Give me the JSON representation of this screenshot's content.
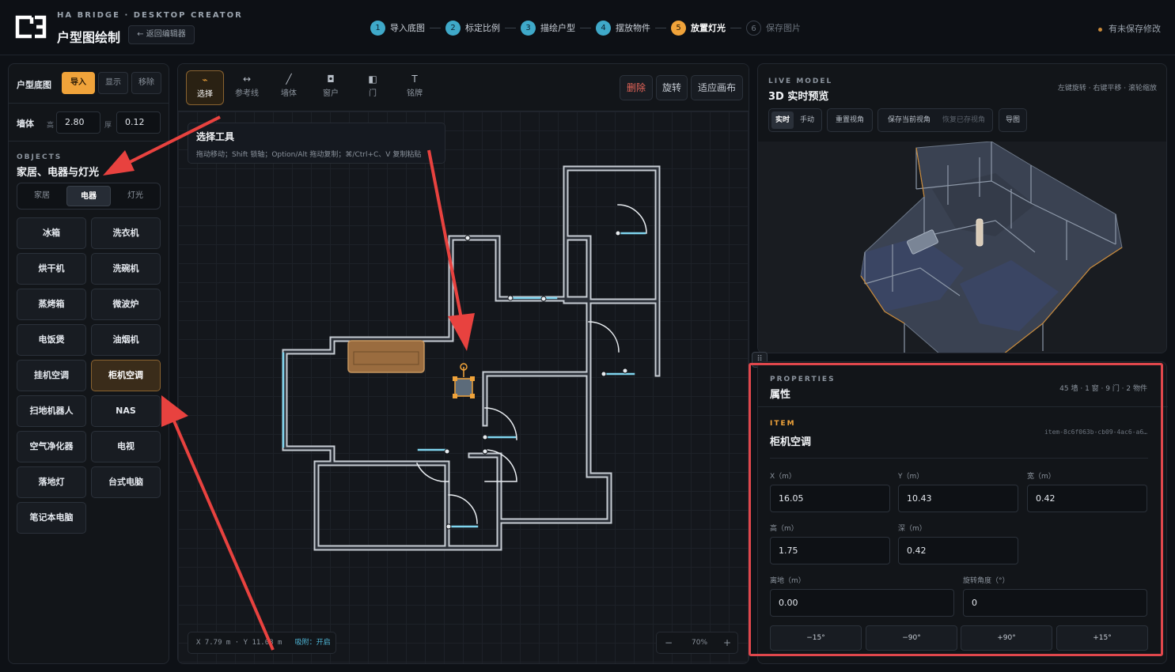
{
  "header": {
    "brand_sub": "HA BRIDGE · DESKTOP CREATOR",
    "brand_title": "户型图绘制",
    "back_label": "← 返回编辑器",
    "steps": [
      {
        "num": "1",
        "label": "导入底图",
        "state": "done"
      },
      {
        "num": "2",
        "label": "标定比例",
        "state": "done"
      },
      {
        "num": "3",
        "label": "描绘户型",
        "state": "done"
      },
      {
        "num": "4",
        "label": "摆放物件",
        "state": "done"
      },
      {
        "num": "5",
        "label": "放置灯光",
        "state": "active"
      },
      {
        "num": "6",
        "label": "保存图片",
        "state": "todo"
      }
    ],
    "unsaved": "有未保存修改"
  },
  "left": {
    "base_label": "户型底图",
    "import_label": "导入",
    "show_label": "显示",
    "remove_label": "移除",
    "wall_label": "墙体",
    "height_label": "高",
    "height_value": "2.80",
    "thick_label": "厚",
    "thick_value": "0.12",
    "objects_label": "OBJECTS",
    "objects_title": "家居、电器与灯光",
    "tabs": [
      "家居",
      "电器",
      "灯光"
    ],
    "items": [
      "冰箱",
      "洗衣机",
      "烘干机",
      "洗碗机",
      "蒸烤箱",
      "微波炉",
      "电饭煲",
      "油烟机",
      "挂机空调",
      "柜机空调",
      "扫地机器人",
      "NAS",
      "空气净化器",
      "电视",
      "落地灯",
      "台式电脑",
      "笔记本电脑"
    ]
  },
  "canvas": {
    "tools": [
      {
        "icon": "⌁",
        "label": "选择"
      },
      {
        "icon": "↔",
        "label": "参考线"
      },
      {
        "icon": "╱",
        "label": "墙体"
      },
      {
        "icon": "◘",
        "label": "窗户"
      },
      {
        "icon": "◧",
        "label": "门"
      },
      {
        "icon": "T",
        "label": "铭牌"
      }
    ],
    "delete_label": "删除",
    "rotate_label": "旋转",
    "fit_label": "适应画布",
    "tip_title": "选择工具",
    "tip_body": "拖动移动；Shift 锁轴；Option/Alt 拖动复制；⌘/Ctrl+C、V 复制粘贴",
    "coords_text": "X 7.79 m · Y 11.08 m",
    "snap_label": "吸附：",
    "snap_value": "开启",
    "zoom_minus": "−",
    "zoom_value": "70%",
    "zoom_plus": "+"
  },
  "live": {
    "label": "LIVE MODEL",
    "title": "3D 实时预览",
    "hint": "左键旋转 · 右键平移 · 滚轮缩放",
    "realtime": "实时",
    "manual": "手动",
    "reset_view": "重置视角",
    "save_view": "保存当前视角",
    "restore_view": "恢复已存视角",
    "export": "导图"
  },
  "props": {
    "label": "PROPERTIES",
    "title": "属性",
    "summary": "45 墙 · 1 窗 · 9 门 · 2 物件",
    "item_label": "ITEM",
    "item_title": "柜机空调",
    "item_id": "item-8c6f063b-cb09-4ac6-a6…",
    "fields": [
      {
        "label": "X（m）",
        "value": "16.05"
      },
      {
        "label": "Y（m）",
        "value": "10.43"
      },
      {
        "label": "宽（m）",
        "value": "0.42"
      },
      {
        "label": "高（m）",
        "value": "1.75"
      },
      {
        "label": "深（m）",
        "value": "0.42"
      },
      {
        "label": "离地（m）",
        "value": "0.00"
      },
      {
        "label": "旋转角度（°）",
        "value": "0"
      }
    ],
    "rotations": [
      "−15°",
      "−90°",
      "+90°",
      "+15°"
    ]
  },
  "colors": {
    "accent": "#f0a33a",
    "door": "#7fd4ee",
    "highlight": "#e0474c"
  }
}
